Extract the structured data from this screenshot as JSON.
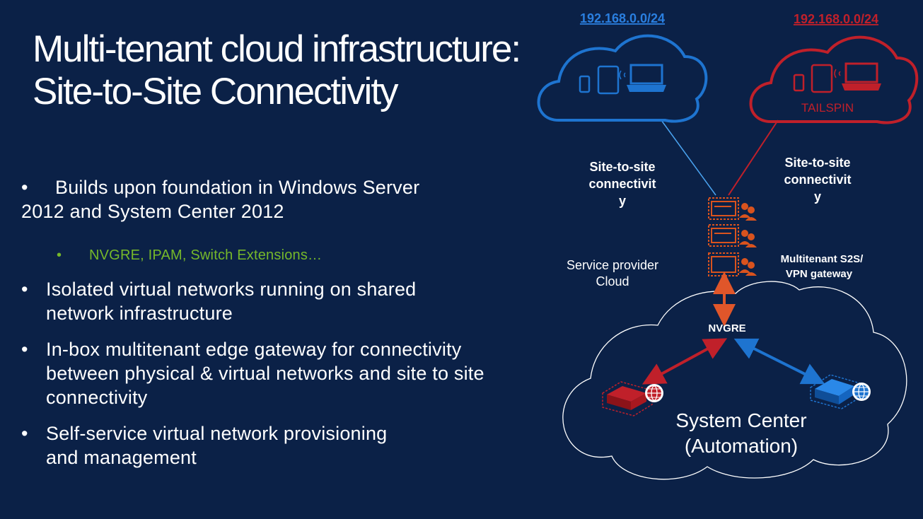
{
  "title": {
    "line1": "Multi-tenant cloud infrastructure:",
    "line2": "Site-to-Site Connectivity"
  },
  "bullets": {
    "b1_line1": "Builds upon foundation in Windows Server",
    "b1_line2": "2012 and System Center 2012",
    "sub1": "NVGRE, IPAM, Switch Extensions…",
    "b2_line1": "Isolated virtual networks running on shared",
    "b2_line2": "network infrastructure",
    "b3_line1": "In-box multitenant edge gateway for connectivity",
    "b3_line2": "between physical & virtual networks and site to site",
    "b3_line3": "connectivity",
    "b4_line1": "Self-service virtual network provisioning",
    "b4_line2": "and management",
    "bullet_char": "•"
  },
  "diagram": {
    "left_cloud_ip": "192.168.0.0/24",
    "right_cloud_ip": "192.168.0.0/24",
    "right_cloud_label": "TAILSPIN",
    "s2s_left": [
      "Site-to-site",
      "connectivit",
      "y"
    ],
    "s2s_right": [
      "Site-to-site",
      "connectivit",
      "y"
    ],
    "gateway_label": [
      "Multitenant S2S/",
      "VPN gateway"
    ],
    "service_provider": [
      "Service provider",
      "Cloud"
    ],
    "nvgre": "NVGRE",
    "system_center": [
      "System Center",
      "(Automation)"
    ]
  },
  "colors": {
    "background": "#0b2147",
    "blue_tenant": "#1565c0",
    "red_tenant": "#c0202a",
    "ip_blue": "#2a7fe0",
    "ip_red": "#c0202a",
    "sub_bullet": "#76b82a",
    "gateway_orange": "#d9531e"
  },
  "icons": [
    "phone-icon",
    "tablet-icon",
    "laptop-icon",
    "server-icon",
    "globe-icon",
    "users-icon"
  ]
}
